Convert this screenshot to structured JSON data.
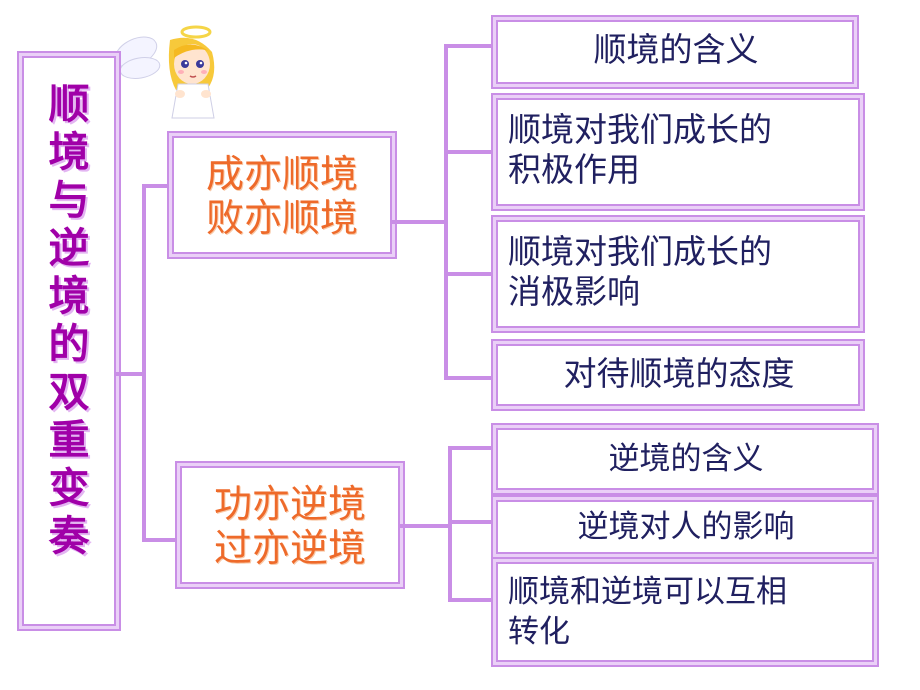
{
  "root": {
    "title": "顺境与逆境的双重变奏"
  },
  "branches": [
    {
      "label": "成亦顺境\n败亦顺境",
      "items": [
        "顺境的含义",
        "顺境对我们成长的\n积极作用",
        "顺境对我们成长的\n消极影响",
        "对待顺境的态度"
      ]
    },
    {
      "label": "功亦逆境\n过亦逆境",
      "items": [
        "逆境的含义",
        "逆境对人的影响",
        "顺境和逆境可以互相\n转化"
      ]
    }
  ],
  "colors": {
    "border": "#c98ee6",
    "root_text": "#a000a8",
    "branch_text": "#ee6a2a",
    "leaf_text": "#202060"
  },
  "icons": {
    "angel": "angel-icon"
  }
}
